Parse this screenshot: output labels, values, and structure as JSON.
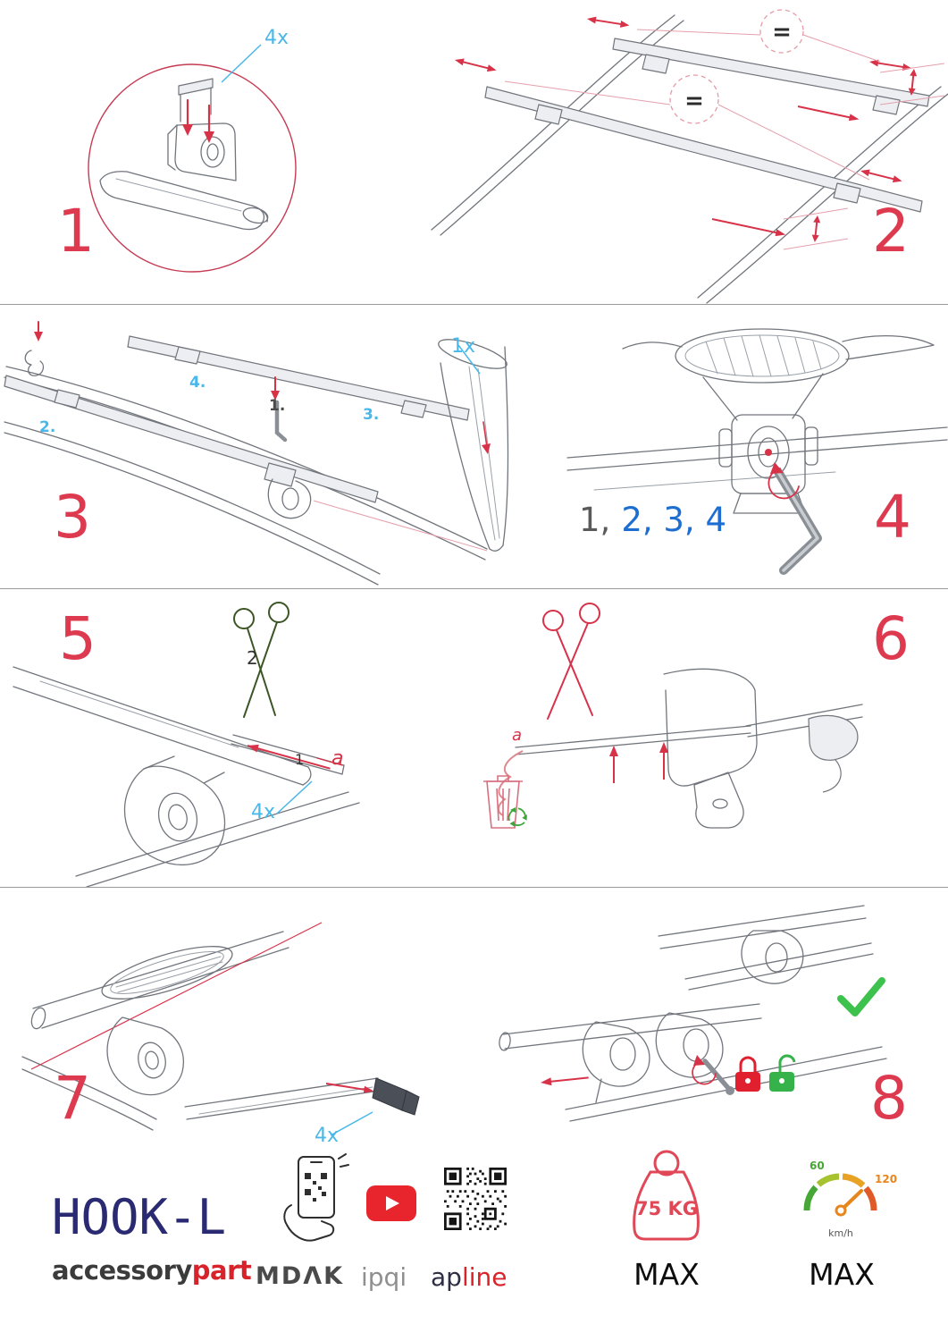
{
  "steps": {
    "s1": {
      "number": "1",
      "qty": "4x"
    },
    "s2": {
      "number": "2",
      "eq1": "=",
      "eq2": "="
    },
    "s3": {
      "number": "3",
      "qty": "1x",
      "l1": "1.",
      "l2": "2.",
      "l3": "3.",
      "l4": "4."
    },
    "s4": {
      "number": "4",
      "seq_first": "1,",
      "seq_rest": "2, 3, 4"
    },
    "s5": {
      "number": "5",
      "l1": "1",
      "l2": "2",
      "la": "a",
      "qty": "4x"
    },
    "s6": {
      "number": "6",
      "la": "a"
    },
    "s7": {
      "number": "7",
      "qty": "4x"
    },
    "s8": {
      "number": "8"
    }
  },
  "footer": {
    "product": "HOOK-L",
    "brand_a": "accessory",
    "brand_b": "part",
    "logo_mdak": "MDΛK",
    "logo_ipqi": "ipqi",
    "logo_ap_a": "ap",
    "logo_ap_b": "line",
    "weight_value": "75 KG",
    "weight_max": "MAX",
    "speed_low": "60",
    "speed_high": "120",
    "speed_unit": "km/h",
    "speed_max": "MAX"
  }
}
